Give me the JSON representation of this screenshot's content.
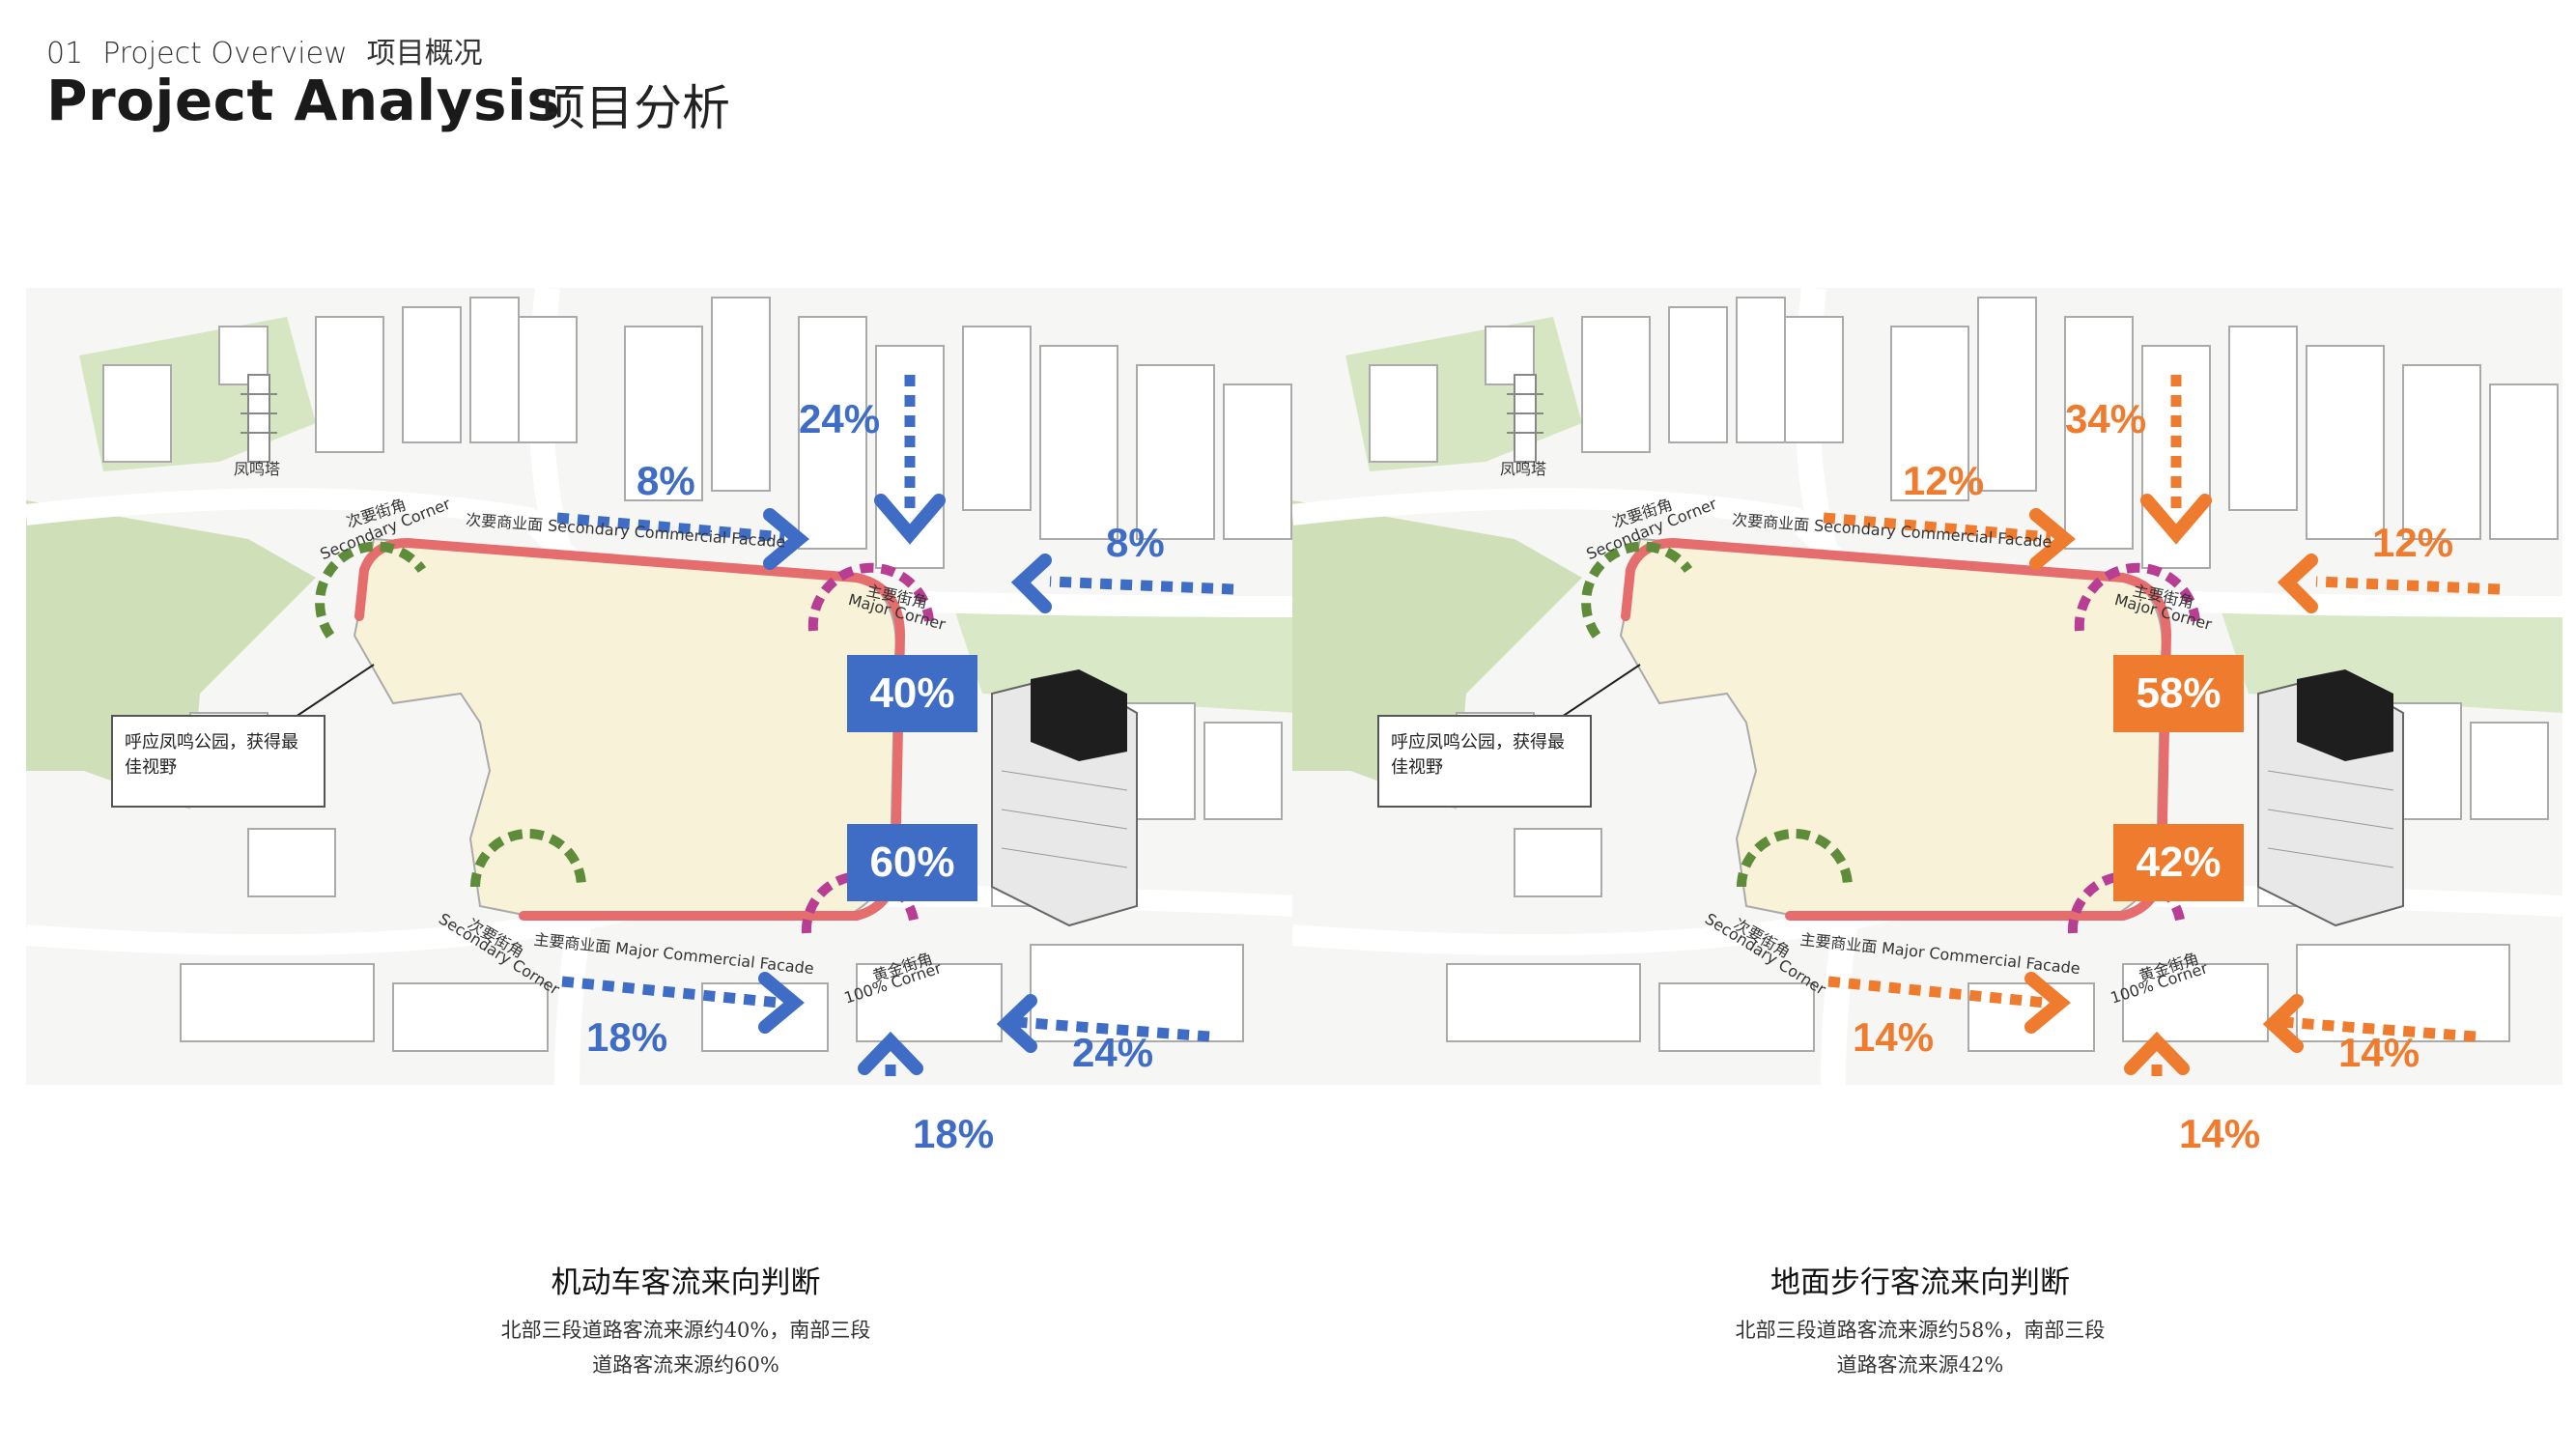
{
  "header": {
    "section_number": "01",
    "section_en": "Project Overview",
    "section_cn": "项目概况",
    "title_en": "Project Analysis",
    "title_cn": "项目分析"
  },
  "colors": {
    "vehicle": "#3f6dc6",
    "pedestrian": "#ee7b2e",
    "major_corner": "#b73e93",
    "secondary_corner": "#5f8c3a",
    "facade": "#e56d6d"
  },
  "map_labels": {
    "tower": "凤鸣塔",
    "secondary_corner_cn": "次要街角",
    "secondary_corner_en": "Secondary Corner",
    "secondary_facade": "次要商业面 Secondary Commercial Facade",
    "major_corner_cn": "主要街角",
    "major_corner_en": "Major Corner",
    "golden_corner_cn": "黄金街角",
    "golden_corner_en": "100% Corner",
    "major_facade": "主要商业面 Major Commercial Facade",
    "park_note": "呼应凤鸣公园，获得最佳视野"
  },
  "vehicle_panel": {
    "top": "24%",
    "north_west": "8%",
    "north_east": "8%",
    "north_box": "40%",
    "south_box": "60%",
    "south_west": "18%",
    "south_east": "24%",
    "bottom": "18%",
    "caption_title": "机动车客流来向判断",
    "caption_line1": "北部三段道路客流来源约40%，南部三段",
    "caption_line2": "道路客流来源约60%"
  },
  "pedestrian_panel": {
    "top": "34%",
    "north_west": "12%",
    "north_east": "12%",
    "north_box": "58%",
    "south_box": "42%",
    "south_west": "14%",
    "south_east": "14%",
    "bottom": "14%",
    "caption_title": "地面步行客流来向判断",
    "caption_line1": "北部三段道路客流来源约58%，南部三段",
    "caption_line2": "道路客流来源42%"
  }
}
